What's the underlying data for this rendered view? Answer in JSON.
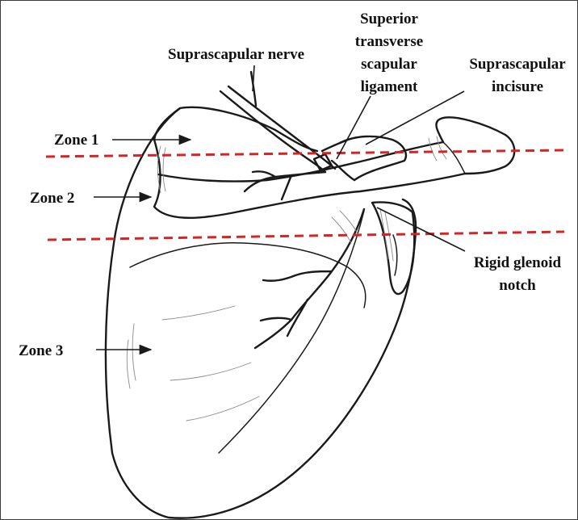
{
  "labels": {
    "suprascapular_nerve": "Suprascapular nerve",
    "superior_ligament": [
      "Superior",
      "transverse",
      "scapular",
      "ligament"
    ],
    "suprascapular_incisure": [
      "Suprascapular",
      "incisure"
    ],
    "zone1": "Zone 1",
    "zone2": "Zone 2",
    "zone3": "Zone 3",
    "rigid_glenoid_notch": [
      "Rigid glenoid",
      "notch"
    ]
  },
  "colors": {
    "zone_divider": "#d62424",
    "ink": "#1a1a1a"
  }
}
